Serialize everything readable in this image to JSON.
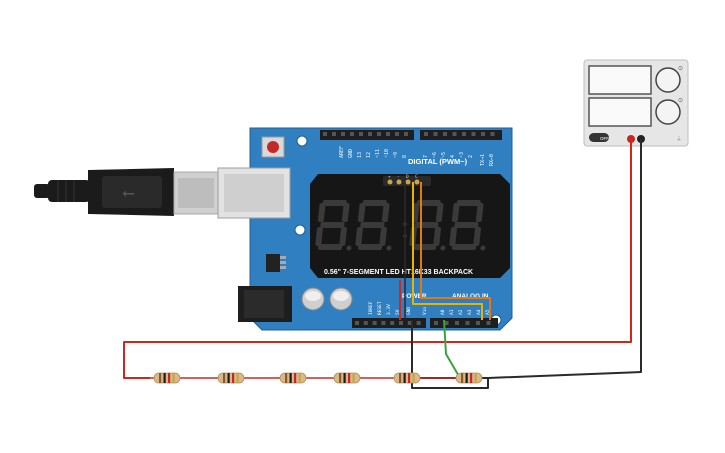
{
  "arduino": {
    "header_digital": "DIGITAL (PWM~)",
    "header_power": "POWER",
    "header_analog": "ANALOG IN",
    "pin_aref": "AREF",
    "pin_gnd": "GND",
    "pin_13": "13",
    "pin_12": "12",
    "pin_11": "~11",
    "pin_10": "~10",
    "pin_9": "~9",
    "pin_8": "8",
    "pin_7": "7",
    "pin_6": "~6",
    "pin_5": "~5",
    "pin_4": "4",
    "pin_3": "~3",
    "pin_2": "2",
    "pin_tx": "TX→1",
    "pin_rx": "RX←0",
    "pin_ioref": "IOREF",
    "pin_reset": "RESET",
    "pin_3v3": "3.3V",
    "pin_5v": "5V",
    "pin_gnd2": "GND",
    "pin_vin": "Vin",
    "pin_a0": "A0",
    "pin_a1": "A1",
    "pin_a2": "A2",
    "pin_a3": "A3",
    "pin_a4": "A4",
    "pin_a5": "A5"
  },
  "display": {
    "label": "0.56\" 7-SEGMENT LED HT16K33 BACKPACK",
    "pins": [
      "+",
      "-",
      "D",
      "C"
    ]
  },
  "power_supply": {
    "switch_label": "OFF",
    "knob_top": "⊙",
    "knob_bottom": "⊙"
  },
  "colors": {
    "board": "#2f7fc1",
    "wire_red": "#d0261e",
    "wire_black": "#2a2a2a",
    "wire_green": "#3aa33a",
    "wire_yellow": "#e8b400",
    "wire_orange": "#e07a10"
  }
}
